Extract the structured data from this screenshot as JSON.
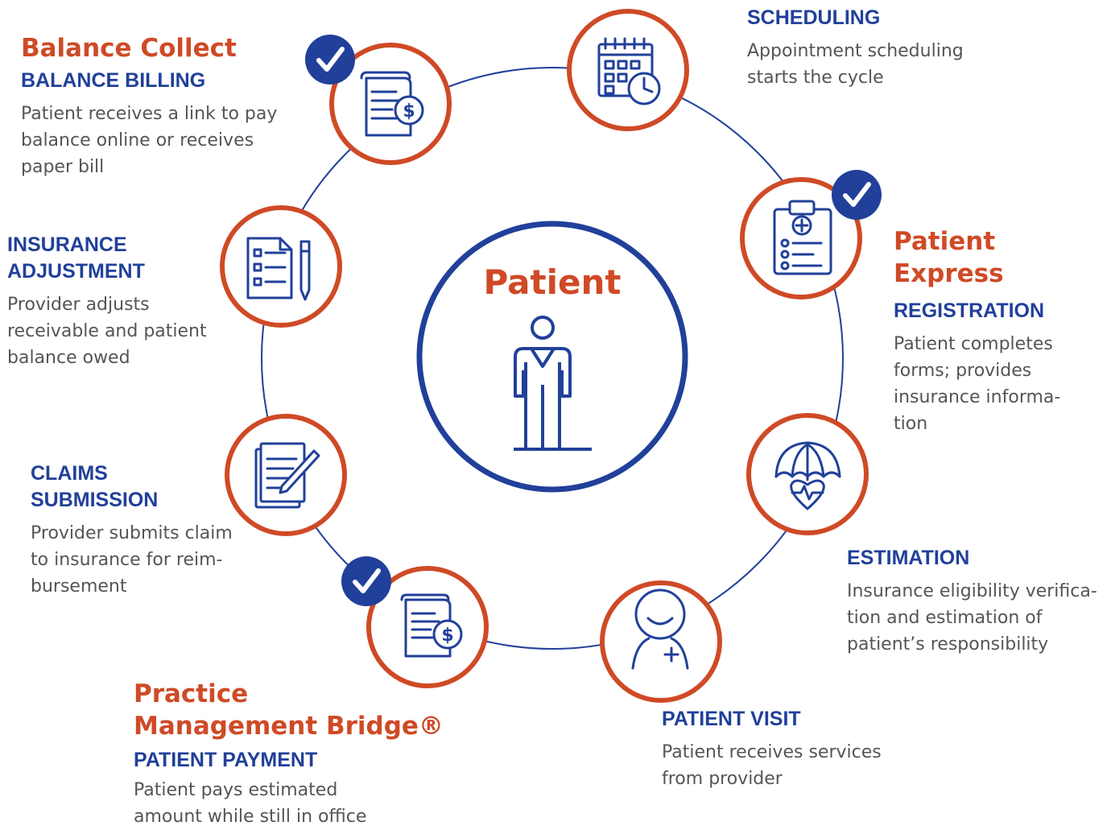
{
  "colors": {
    "accent_red": "#cf4a26",
    "brand_blue": "#21409a",
    "text_gray": "#555555"
  },
  "center": {
    "title": "Patient",
    "icon": "person-icon"
  },
  "steps": [
    {
      "id": "scheduling",
      "heading": [
        "SCHEDULING"
      ],
      "description": [
        "Appointment scheduling",
        "starts the cycle"
      ],
      "icon": "calendar-clock-icon",
      "checked": false
    },
    {
      "id": "registration",
      "brand": [
        "Patient",
        "Express"
      ],
      "heading": [
        "REGISTRATION"
      ],
      "description": [
        "Patient completes",
        "forms; provides",
        "insurance informa-",
        "tion"
      ],
      "icon": "clipboard-medical-icon",
      "checked": true
    },
    {
      "id": "estimation",
      "heading": [
        "ESTIMATION"
      ],
      "description": [
        "Insurance eligibility verifica-",
        "tion and estimation of",
        "patient’s responsibility"
      ],
      "icon": "umbrella-heart-icon",
      "checked": false
    },
    {
      "id": "patient-visit",
      "heading": [
        "PATIENT VISIT"
      ],
      "description": [
        "Patient receives services",
        "from provider"
      ],
      "icon": "patient-smile-icon",
      "checked": false
    },
    {
      "id": "patient-payment",
      "brand": [
        "Practice",
        "Management Bridge®"
      ],
      "heading": [
        "PATIENT PAYMENT"
      ],
      "description": [
        "Patient pays estimated",
        "amount while still in office"
      ],
      "icon": "invoice-dollar-icon",
      "checked": true
    },
    {
      "id": "claims-submission",
      "heading": [
        "CLAIMS",
        "SUBMISSION"
      ],
      "description": [
        "Provider submits claim",
        "to insurance for reim-",
        "bursement"
      ],
      "icon": "document-pen-icon",
      "checked": false
    },
    {
      "id": "insurance-adjustment",
      "heading": [
        "INSURANCE",
        "ADJUSTMENT"
      ],
      "description": [
        "Provider adjusts",
        "receivable and patient",
        "balance owed"
      ],
      "icon": "checklist-pen-icon",
      "checked": false
    },
    {
      "id": "balance-billing",
      "brand": [
        "Balance Collect"
      ],
      "heading": [
        "BALANCE BILLING"
      ],
      "description": [
        "Patient receives a link to pay",
        "balance online or receives",
        "paper bill"
      ],
      "icon": "bill-dollar-icon",
      "checked": true
    }
  ]
}
